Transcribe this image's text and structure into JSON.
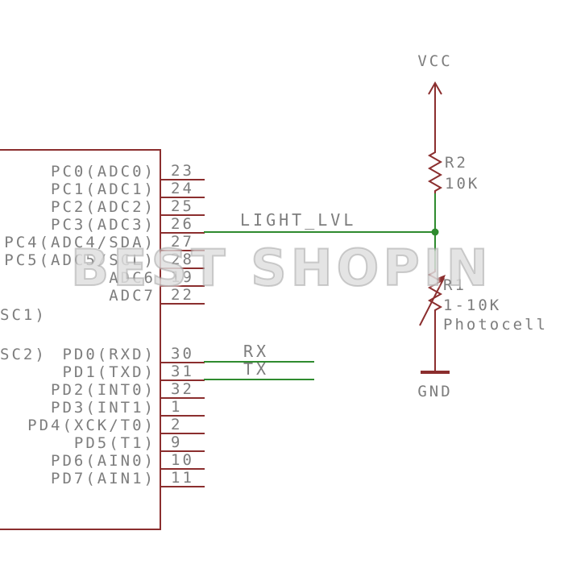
{
  "watermark": "BEST SHOPIN",
  "colors": {
    "symbol": "#8b2e2e",
    "net": "#2f8b2f",
    "label": "#7d7d7d"
  },
  "chip": {
    "port_c": [
      {
        "number": "23",
        "name": "PC0(ADC0)"
      },
      {
        "number": "24",
        "name": "PC1(ADC1)"
      },
      {
        "number": "25",
        "name": "PC2(ADC2)"
      },
      {
        "number": "26",
        "name": "PC3(ADC3)"
      },
      {
        "number": "27",
        "name": "PC4(ADC4/SDA)"
      },
      {
        "number": "28",
        "name": "PC5(ADC5/SCL)"
      },
      {
        "number": "19",
        "name": "ADC6"
      },
      {
        "number": "22",
        "name": "ADC7"
      }
    ],
    "port_d": [
      {
        "number": "30",
        "name": "PD0(RXD)"
      },
      {
        "number": "31",
        "name": "PD1(TXD)"
      },
      {
        "number": "32",
        "name": "PD2(INT0)"
      },
      {
        "number": "1",
        "name": "PD3(INT1)"
      },
      {
        "number": "2",
        "name": "PD4(XCK/T0)"
      },
      {
        "number": "9",
        "name": "PD5(T1)"
      },
      {
        "number": "10",
        "name": "PD6(AIN0)"
      },
      {
        "number": "11",
        "name": "PD7(AIN1)"
      }
    ],
    "clipped_labels": [
      {
        "text": "SC1)"
      },
      {
        "text": "SC2)"
      }
    ]
  },
  "nets": {
    "light_lvl": "LIGHT_LVL",
    "rx": "RX",
    "tx": "TX"
  },
  "power": {
    "vcc": "VCC",
    "gnd": "GND"
  },
  "resistors": {
    "r2": {
      "ref": "R2",
      "value": "10K"
    },
    "r1": {
      "ref": "R1",
      "value": "1-10K",
      "type": "Photocell"
    }
  }
}
